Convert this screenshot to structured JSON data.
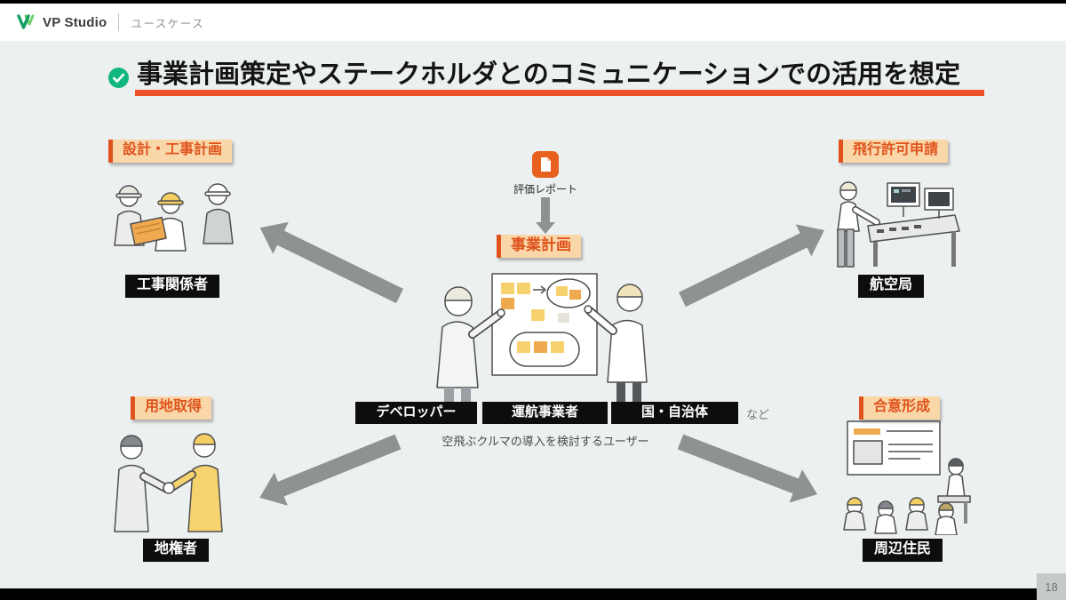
{
  "header": {
    "logo_text": "VP Studio",
    "section_label": "ユースケース"
  },
  "slide": {
    "title": "事業計画策定やステークホルダとのコミュニケーションでの活用を想定",
    "center": {
      "report_icon_label": "評価レポート",
      "plan_tag": "事業計画",
      "user_tags": [
        "デベロッパー",
        "運航事業者",
        "国・自治体"
      ],
      "etc_text": "など",
      "caption": "空飛ぶクルマの導入を検討するユーザー"
    },
    "corners": {
      "top_left": {
        "tag": "設計・工事計画",
        "actor": "工事関係者"
      },
      "top_right": {
        "tag": "飛行許可申請",
        "actor": "航空局"
      },
      "bottom_left": {
        "tag": "用地取得",
        "actor": "地権者"
      },
      "bottom_right": {
        "tag": "合意形成",
        "actor": "周辺住民"
      }
    },
    "page_number": "18"
  },
  "colors": {
    "accent_orange": "#e0531d",
    "tag_background": "#f9d7a9",
    "title_underline": "#ef5226",
    "check_green": "#10b77f",
    "slide_background": "#edf0f0",
    "arrow_gray": "#8d9293",
    "label_black": "#0d0d0d"
  }
}
